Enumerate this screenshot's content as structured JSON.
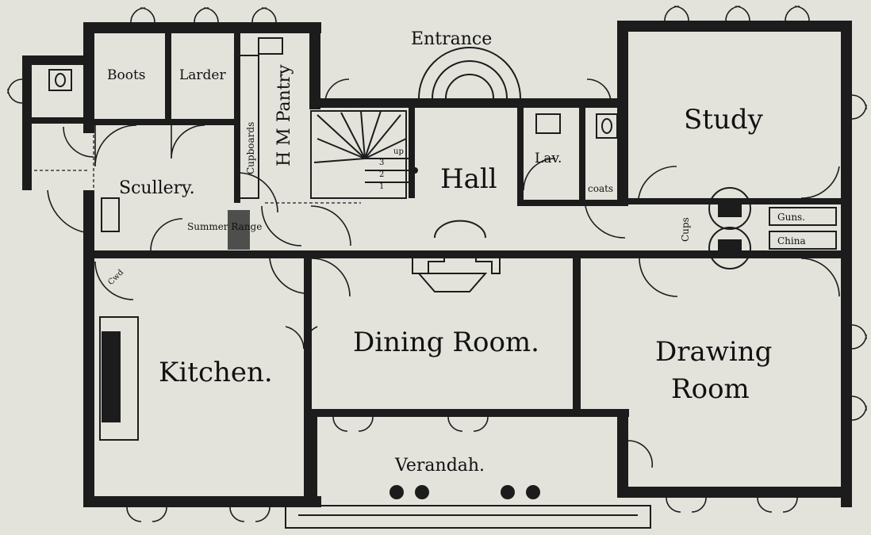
{
  "labels": {
    "entrance": "Entrance",
    "boots": "Boots",
    "larder": "Larder",
    "hm_pantry": "H M Pantry",
    "cupboards": "Cupboards",
    "scullery": "Scullery.",
    "summer_range": "Summer Range",
    "hall": "Hall",
    "stair_up": "up",
    "stair_steps": [
      "3",
      "2",
      "1"
    ],
    "lav": "Lav.",
    "coats": "coats",
    "study": "Study",
    "cups": "Cups",
    "guns": "Guns.",
    "china": "China",
    "dining_room": "Dining Room.",
    "drawing": "Drawing",
    "room": "Room",
    "kitchen": "Kitchen.",
    "cwd": "Cwd",
    "verandah": "Verandah."
  },
  "colors": {
    "paper": "#e3e3dc",
    "ink": "#1c1c1c"
  }
}
